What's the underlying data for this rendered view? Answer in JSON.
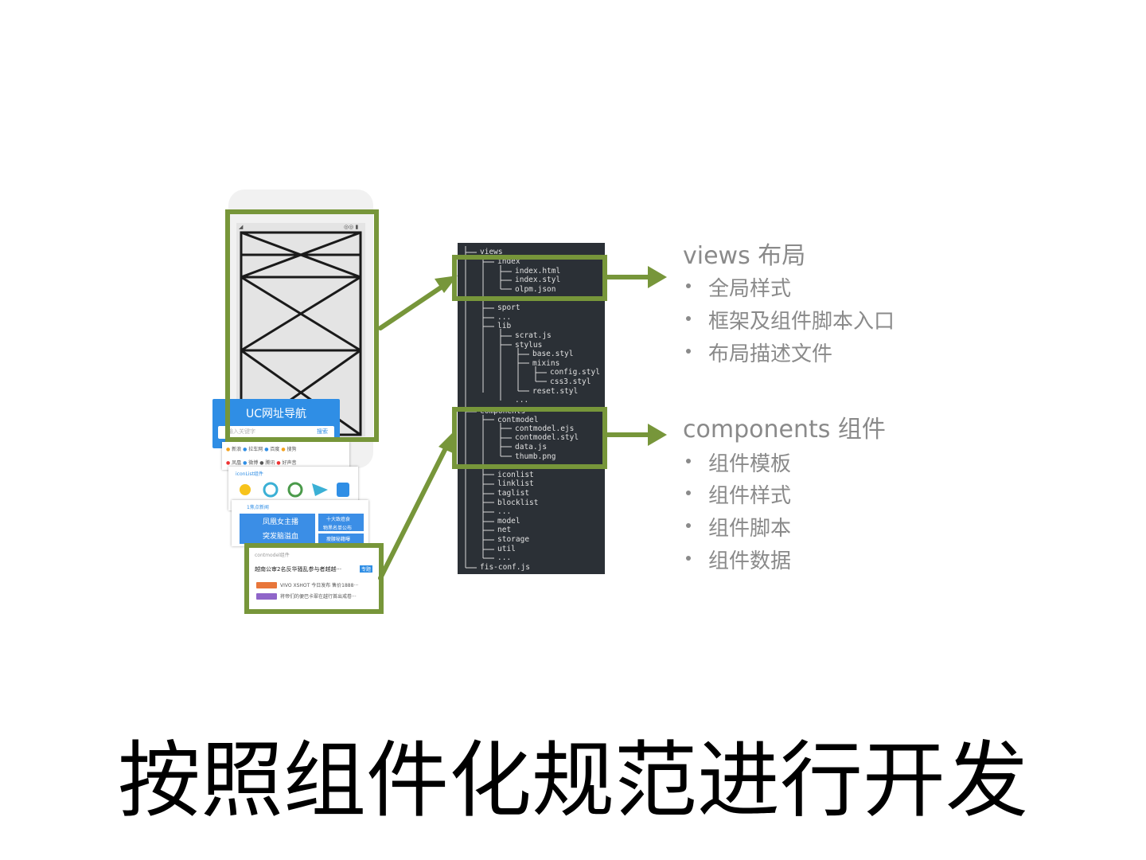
{
  "phone": {
    "status_left": "◢",
    "status_right": "◎◎ ▮"
  },
  "uc_nav": {
    "title": "UC网址导航",
    "search_placeholder": "输入关键字",
    "search_button": "搜索"
  },
  "cards": {
    "nav_row1": [
      "新浪",
      "拉车网",
      "百度",
      "搜狗"
    ],
    "nav_row2": [
      "凤凰",
      "微博",
      "腾讯",
      "好声音"
    ],
    "iconlist_label": "iconList组件",
    "news_label": "1焦点新闻",
    "news_main_1": "凤凰女主播",
    "news_main_2": "突发脑溢血",
    "news_side_1": "十大致癌食",
    "news_side_2": "物黑名单公布",
    "news_side_3": "瘦腰秘籍曝",
    "contmodel_label": "contmodel组件",
    "contmodel_headline": "越南公审2名反华骚乱参与者越越···",
    "contmodel_badge": "专题",
    "contmodel_row1": "VIVO XSHOT 今日发布 售价1888···",
    "contmodel_row2": "将帝们的便巴卡翠在越行首出戒卷···"
  },
  "tree_lines": [
    "views",
    "index",
    "index.html",
    "index.styl",
    "olpm.json",
    "news",
    "sport",
    "...",
    "lib",
    "scrat.js",
    "stylus",
    "base.styl",
    "mixins",
    "config.styl",
    "css3.styl",
    "reset.styl",
    "...",
    "components",
    "contmodel",
    "contmodel.ejs",
    "contmodel.styl",
    "data.js",
    "thumb.png",
    "iconlist",
    "linklist",
    "taglist",
    "blocklist",
    "...",
    "model",
    "net",
    "storage",
    "util",
    "...",
    "fis-conf.js"
  ],
  "views_section": {
    "heading": "views 布局",
    "items": [
      "全局样式",
      "框架及组件脚本入口",
      "布局描述文件"
    ]
  },
  "components_section": {
    "heading": "components 组件",
    "items": [
      "组件模板",
      "组件样式",
      "组件脚本",
      "组件数据"
    ]
  },
  "caption": "按照组件化规范进行开发",
  "colors": {
    "highlight": "#77963a",
    "tree_bg": "#2b3036",
    "accent_blue": "#2f8ee5",
    "text_gray": "#8a8a8a"
  }
}
